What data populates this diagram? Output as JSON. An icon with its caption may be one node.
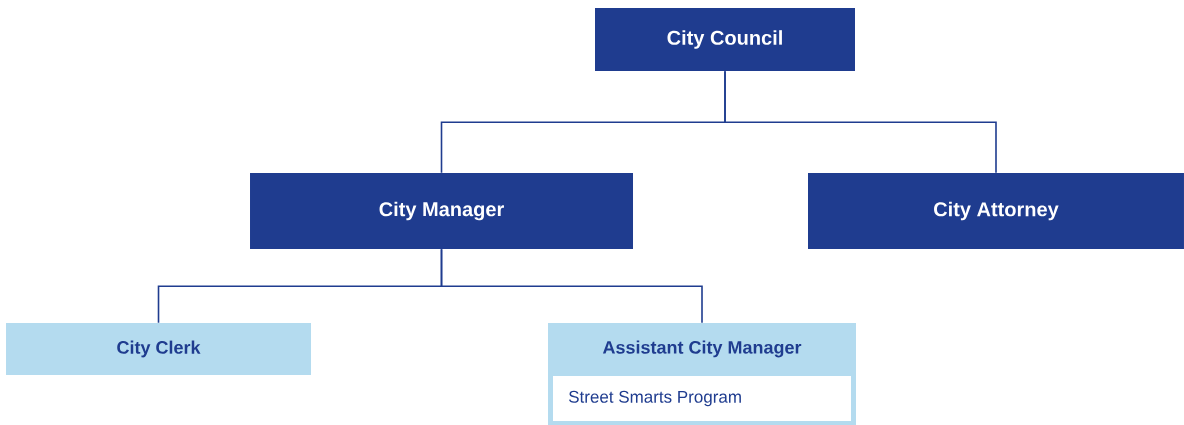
{
  "diagram": {
    "nodes": [
      {
        "text": [
          "City Council"
        ]
      },
      {
        "text": [
          "City Manager"
        ]
      },
      {
        "text": [
          "City Attorney"
        ]
      },
      {
        "text": [
          "City Clerk"
        ]
      },
      {
        "text": [
          "Assistant City Manager"
        ]
      },
      {
        "text": [
          "Street Smarts Program"
        ],
        "in": 4
      }
    ],
    "edges": [
      {
        "from": 0,
        "to": 1,
        "arrow": "none"
      },
      {
        "from": 0,
        "to": 2,
        "arrow": "none"
      },
      {
        "from": 1,
        "to": 3,
        "arrow": "none"
      },
      {
        "from": 1,
        "to": 4,
        "arrow": "none"
      }
    ]
  }
}
